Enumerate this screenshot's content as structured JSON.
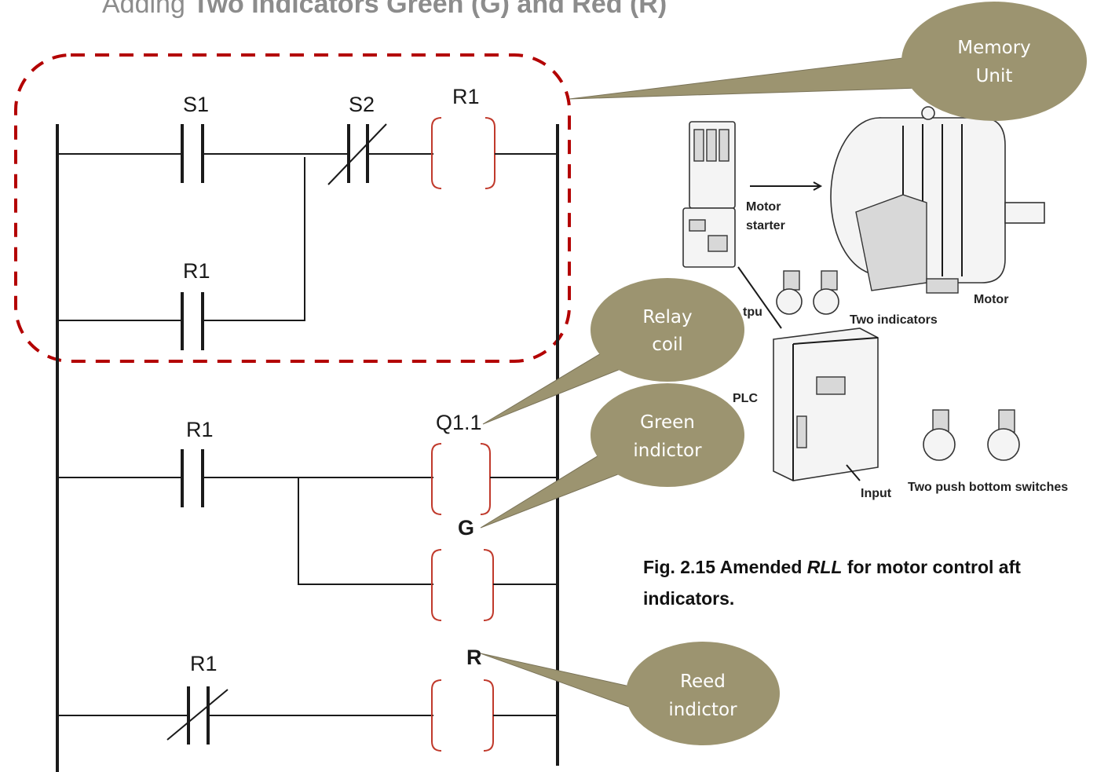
{
  "title": {
    "prefix": "Adding ",
    "bold": "Two Indicators Green (G) and Red (R)"
  },
  "ladder": {
    "labels": {
      "s1": "S1",
      "s2": "S2",
      "r1_coil": "R1",
      "r1_hold": "R1",
      "r1_rung3": "R1",
      "q11": "Q1.1",
      "g": "G",
      "r1_rung4": "R1",
      "r": "R"
    }
  },
  "callouts": {
    "memory": [
      "Memory",
      "Unit"
    ],
    "relay": [
      "Relay",
      "coil"
    ],
    "green": [
      "Green",
      "indictor"
    ],
    "reed": [
      "Reed",
      "indictor"
    ]
  },
  "hardware": {
    "motor_starter": [
      "Motor",
      "starter"
    ],
    "motor": "Motor",
    "output_partial": "tpu",
    "two_indicators": "Two indicators",
    "plc": "PLC",
    "input": "Input",
    "push_switches": "Two push bottom switches"
  },
  "caption": {
    "line1_a": "Fig. 2.15 Amended ",
    "line1_b": "RLL",
    "line1_c": " for motor control aft",
    "line2": "indicators."
  },
  "colors": {
    "coil": "#c0392b",
    "memory_box": "#b30000",
    "callout": "#9c9470",
    "title": "#8c8c8c"
  }
}
